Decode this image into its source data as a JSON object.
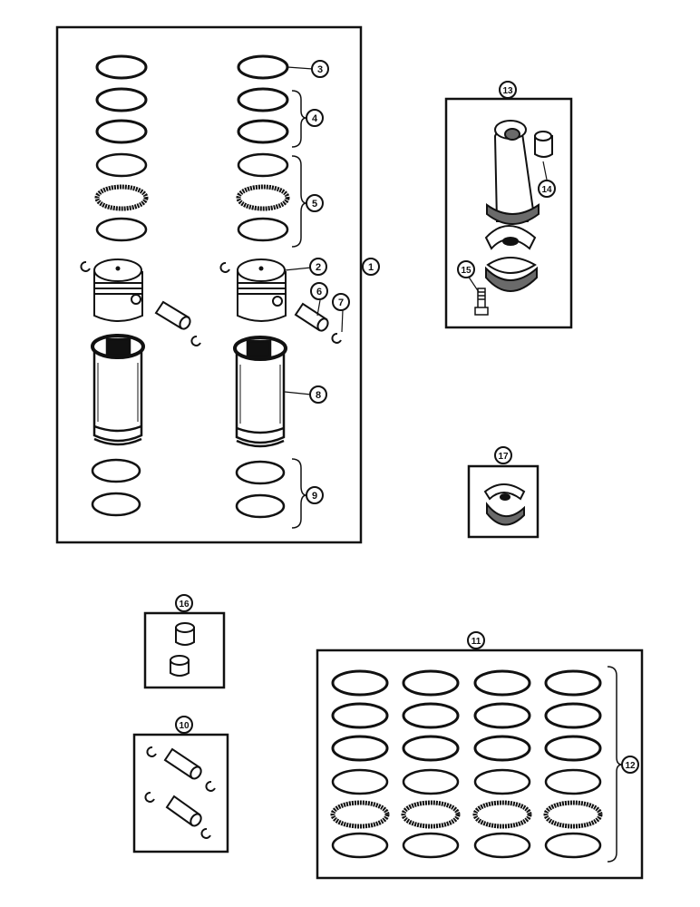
{
  "callouts": {
    "c1": "1",
    "c2": "2",
    "c3": "3",
    "c4": "4",
    "c5": "5",
    "c6": "6",
    "c7": "7",
    "c8": "8",
    "c9": "9",
    "c10": "10",
    "c11": "11",
    "c12": "12",
    "c13": "13",
    "c14": "14",
    "c15": "15",
    "c16": "16",
    "c17": "17"
  },
  "colors": {
    "ink": "#111111",
    "paper": "#ffffff",
    "shade": "#6a6a6a"
  }
}
